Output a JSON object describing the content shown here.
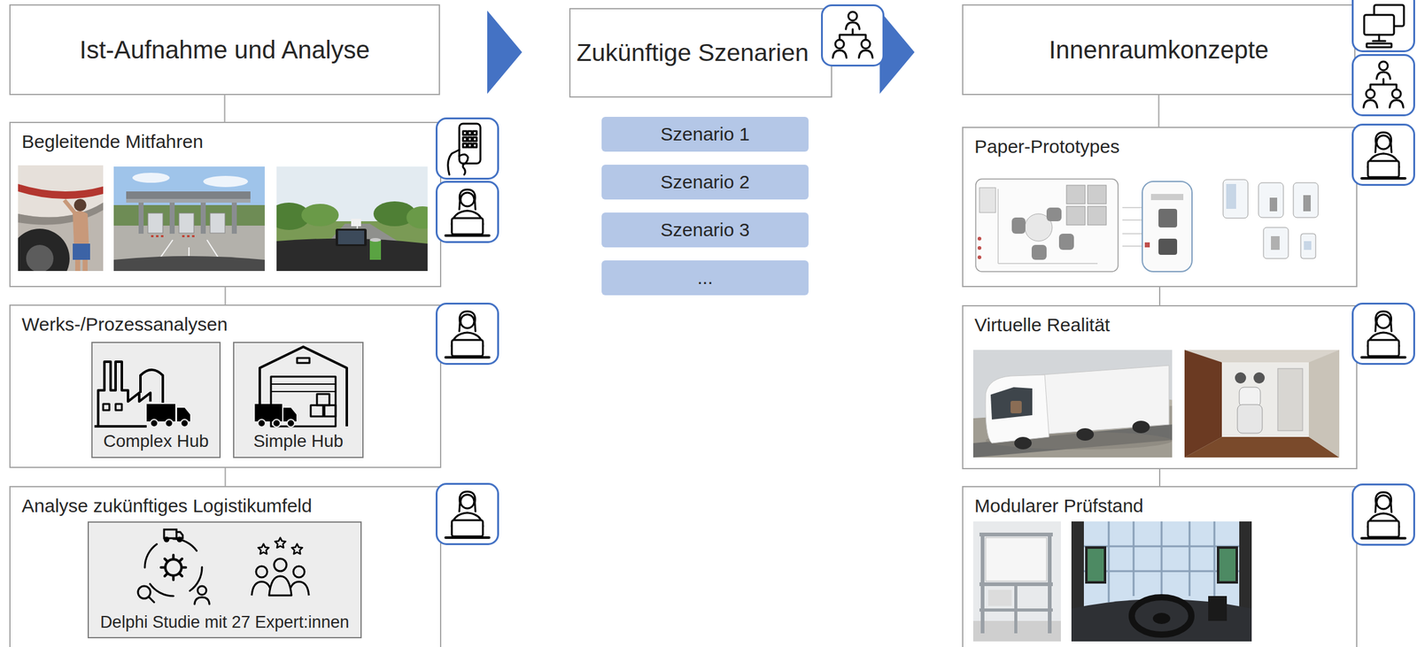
{
  "diagram": {
    "nodes": [
      {
        "text": [
          "Ist-Aufnahme und Analyse"
        ]
      },
      {
        "text": [
          "Begleitende Mitfahren"
        ]
      },
      {
        "text": [
          "Werks-/Prozessanalysen"
        ]
      },
      {
        "text": [
          "Complex Hub"
        ],
        "in": 2
      },
      {
        "text": [
          "Simple Hub"
        ],
        "in": 2
      },
      {
        "text": [
          "Analyse zukünftiges Logistikumfeld"
        ]
      },
      {
        "text": [
          "Delphi Studie mit 27 Expert:innen"
        ],
        "in": 5
      },
      {
        "text": [
          "Zukünftige Szenarien"
        ]
      },
      {
        "text": [
          "Szenario 1"
        ]
      },
      {
        "text": [
          "Szenario 2"
        ]
      },
      {
        "text": [
          "Szenario 3"
        ]
      },
      {
        "text": [
          "..."
        ]
      },
      {
        "text": [
          "Innenraumkonzepte"
        ]
      },
      {
        "text": [
          "Paper-Prototypes"
        ]
      },
      {
        "text": [
          "Virtuelle Realität"
        ]
      },
      {
        "text": [
          "Modularer Prüfstand"
        ]
      }
    ],
    "edges": [
      {
        "from": 0,
        "to": 1,
        "arrow": "none"
      },
      {
        "from": 1,
        "to": 2,
        "arrow": "none"
      },
      {
        "from": 2,
        "to": 5,
        "arrow": "none"
      },
      {
        "from": 0,
        "to": 7,
        "arrow": "to"
      },
      {
        "from": 7,
        "to": 12,
        "arrow": "to"
      },
      {
        "from": 12,
        "to": 13,
        "arrow": "none"
      },
      {
        "from": 13,
        "to": 14,
        "arrow": "none"
      },
      {
        "from": 14,
        "to": 15,
        "arrow": "none"
      }
    ]
  }
}
